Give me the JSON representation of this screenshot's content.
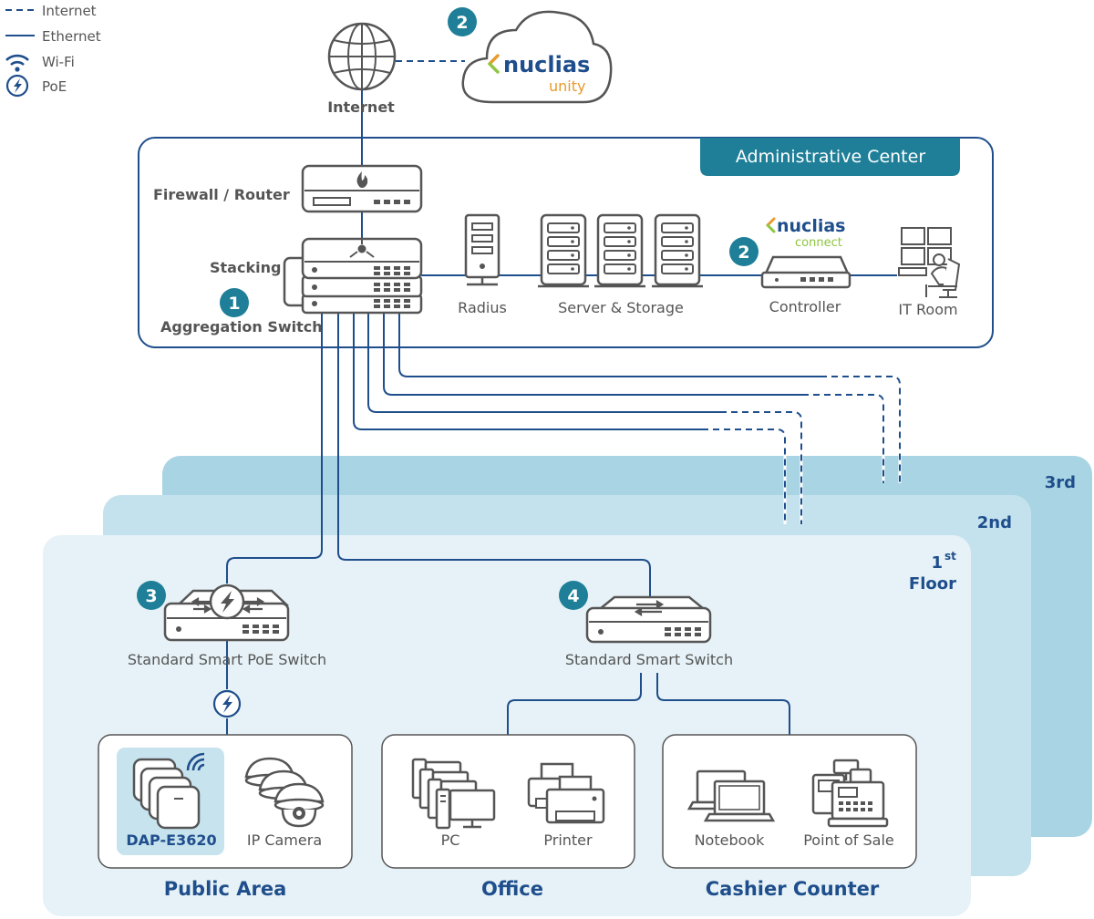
{
  "legend": {
    "internet": "Internet",
    "ethernet": "Ethernet",
    "wifi": "Wi-Fi",
    "poe": "PoE"
  },
  "cloud": {
    "badge": "2",
    "brand": "nuclias",
    "sub": "unity",
    "internet_label": "Internet"
  },
  "admin": {
    "title": "Administrative Center",
    "firewall": "Firewall / Router",
    "stacking": "Stacking",
    "agg_badge": "1",
    "aggregation": "Aggregation Switch",
    "radius": "Radius",
    "server": "Server & Storage",
    "connect_brand": "nuclias",
    "connect_sub": "connect",
    "controller_badge": "2",
    "controller": "Controller",
    "itroom": "IT Room"
  },
  "floors": {
    "third": "3rd",
    "second": "2nd",
    "first_num": "1",
    "first_sup": "st",
    "first_word": "Floor"
  },
  "switches": {
    "poe_badge": "3",
    "poe_switch": "Standard Smart PoE Switch",
    "smart_badge": "4",
    "smart_switch": "Standard Smart Switch"
  },
  "zones": {
    "public": {
      "name": "Public Area",
      "ap": "DAP-E3620",
      "camera": "IP Camera"
    },
    "office": {
      "name": "Office",
      "pc": "PC",
      "printer": "Printer"
    },
    "cashier": {
      "name": "Cashier Counter",
      "notebook": "Notebook",
      "pos": "Point of Sale"
    }
  },
  "colors": {
    "navy": "#1f4e8c",
    "teal": "#1f7f98",
    "floor3": "#a9d4e3",
    "floor2": "#c4e2ed",
    "floor1": "#e6f2f7",
    "ap_tile": "#c7e3ee",
    "unity_orange": "#e89a2c",
    "connect_green": "#8dc63f"
  }
}
